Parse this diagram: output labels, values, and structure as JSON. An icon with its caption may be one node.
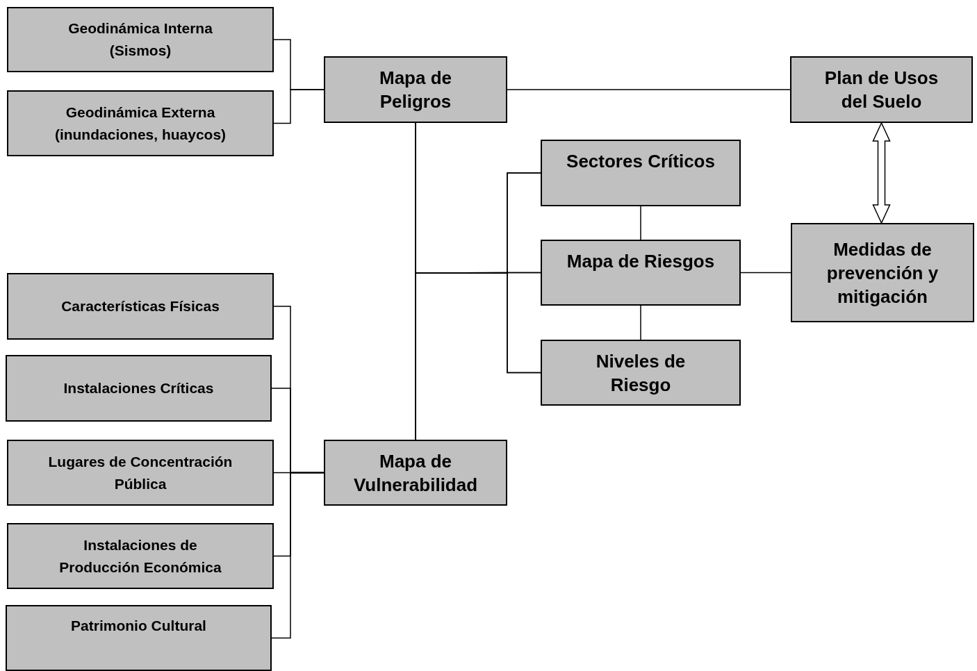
{
  "diagram": {
    "nodes": [
      {
        "text": [
          "Geodinámica Interna (Sismos)"
        ]
      },
      {
        "text": [
          "Geodinámica Externa (inundaciones, huaycos)"
        ]
      },
      {
        "text": [
          "Mapa de Peligros"
        ]
      },
      {
        "text": [
          "Plan de Usos del Suelo"
        ]
      },
      {
        "text": [
          "Sectores Críticos"
        ]
      },
      {
        "text": [
          "Mapa de Riesgos"
        ]
      },
      {
        "text": [
          "Medidas de prevención y mitigación"
        ]
      },
      {
        "text": [
          "Niveles de Riesgo"
        ]
      },
      {
        "text": [
          "Características Físicas"
        ]
      },
      {
        "text": [
          "Instalaciones Críticas"
        ]
      },
      {
        "text": [
          "Lugares de Concentración Pública"
        ]
      },
      {
        "text": [
          "Instalaciones de Producción Económica"
        ]
      },
      {
        "text": [
          "Patrimonio Cultural"
        ]
      },
      {
        "text": [
          "Mapa de Vulnerabilidad"
        ]
      }
    ],
    "edges": [
      {
        "from": 0,
        "to": 2,
        "arrow": "none"
      },
      {
        "from": 1,
        "to": 2,
        "arrow": "none"
      },
      {
        "from": 2,
        "to": 3,
        "arrow": "none"
      },
      {
        "from": 2,
        "to": 13,
        "arrow": "none"
      },
      {
        "from": 2,
        "to": 4,
        "arrow": "none"
      },
      {
        "from": 2,
        "to": 5,
        "arrow": "none"
      },
      {
        "from": 2,
        "to": 7,
        "arrow": "none"
      },
      {
        "from": 13,
        "to": 4,
        "arrow": "none"
      },
      {
        "from": 13,
        "to": 5,
        "arrow": "none"
      },
      {
        "from": 13,
        "to": 7,
        "arrow": "none"
      },
      {
        "from": 4,
        "to": 5,
        "arrow": "none"
      },
      {
        "from": 5,
        "to": 7,
        "arrow": "none"
      },
      {
        "from": 5,
        "to": 6,
        "arrow": "none"
      },
      {
        "from": 3,
        "to": 6,
        "arrow": "both",
        "style": "thick"
      },
      {
        "from": 8,
        "to": 13,
        "arrow": "none"
      },
      {
        "from": 9,
        "to": 13,
        "arrow": "none"
      },
      {
        "from": 10,
        "to": 13,
        "arrow": "none"
      },
      {
        "from": 11,
        "to": 13,
        "arrow": "none"
      },
      {
        "from": 12,
        "to": 13,
        "arrow": "none"
      }
    ]
  }
}
